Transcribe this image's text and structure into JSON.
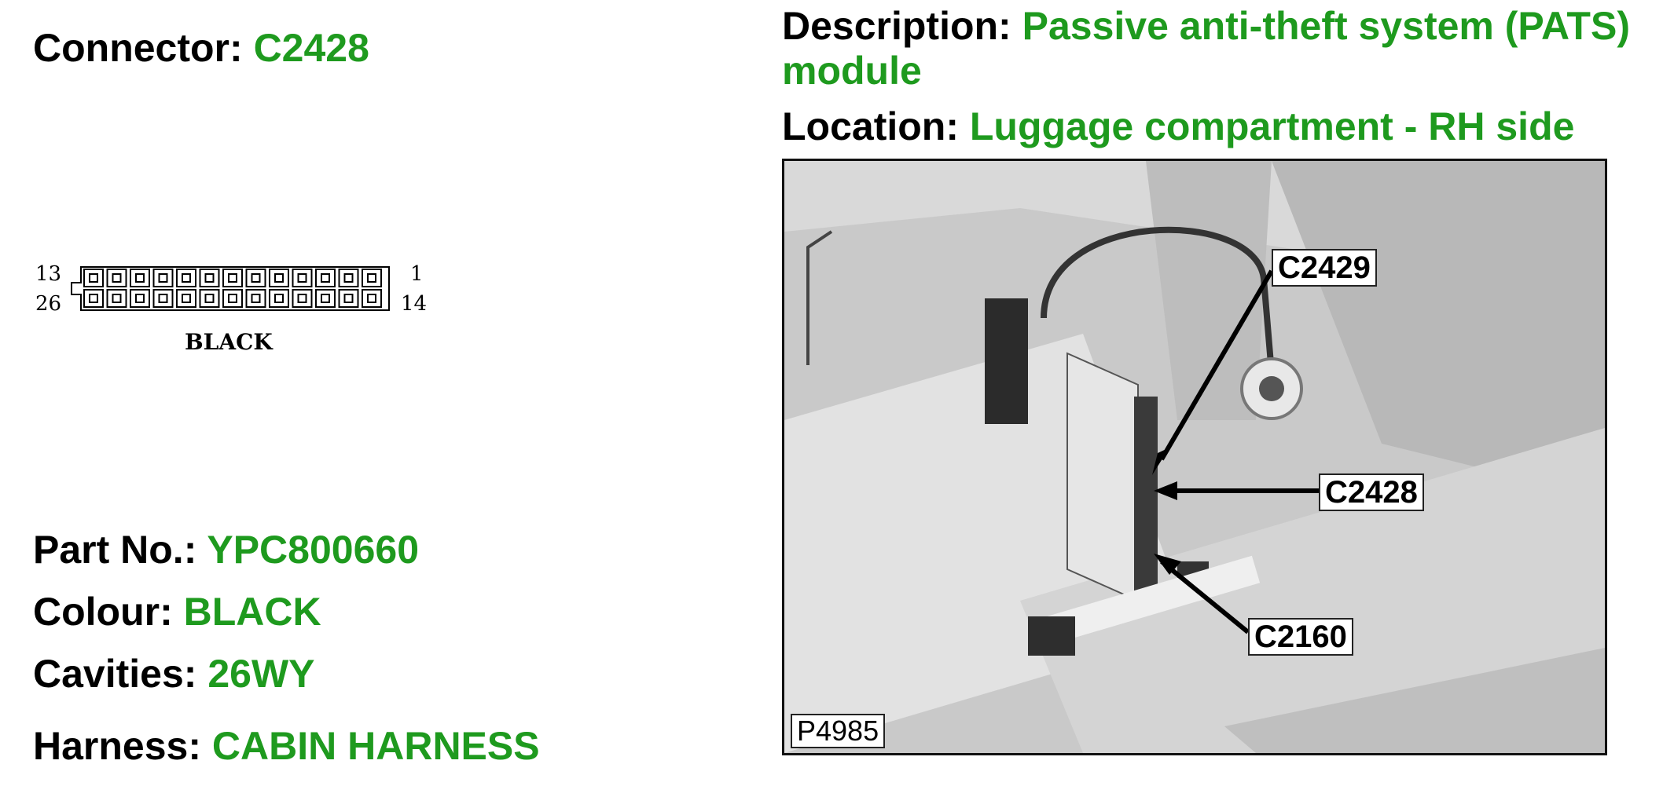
{
  "connector": {
    "label": "Connector:",
    "value": "C2428"
  },
  "description": {
    "label": "Description:",
    "value": "Passive anti-theft system (PATS) module"
  },
  "location": {
    "label": "Location:",
    "value": "Luggage compartment - RH side"
  },
  "diagram": {
    "pin_top_left": "13",
    "pin_top_right": "1",
    "pin_bottom_left": "26",
    "pin_bottom_right": "14",
    "color_label": "BLACK"
  },
  "part_no": {
    "label": "Part No.:",
    "value": "YPC800660"
  },
  "colour": {
    "label": "Colour:",
    "value": "BLACK"
  },
  "cavities": {
    "label": "Cavities:",
    "value": "26WY"
  },
  "harness": {
    "label": "Harness:",
    "value": "CABIN HARNESS"
  },
  "photo": {
    "callouts": [
      "C2429",
      "C2428",
      "C2160"
    ],
    "id": "P4985"
  },
  "colors": {
    "value_green": "#1e9a1e",
    "label_black": "#000000"
  }
}
